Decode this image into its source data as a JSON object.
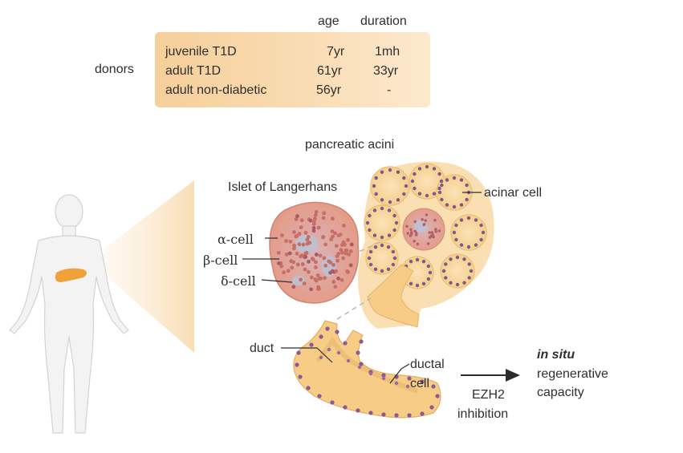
{
  "table": {
    "row_header": "donors",
    "columns": [
      "age",
      "duration"
    ],
    "rows": [
      {
        "donor": "juvenile T1D",
        "age": "7yr",
        "duration": "1mh"
      },
      {
        "donor": "adult T1D",
        "age": "61yr",
        "duration": "33yr"
      },
      {
        "donor": "adult non-diabetic",
        "age": "56yr",
        "duration": "-"
      }
    ]
  },
  "labels": {
    "pancreatic_acini": "pancreatic acini",
    "islet": "Islet of Langerhans",
    "acinar_cell": "acinar cell",
    "alpha_cell": "α-cell",
    "beta_cell": "β-cell",
    "delta_cell": "δ-cell",
    "duct": "duct",
    "ductal_cell_line1": "ductal",
    "ductal_cell_line2": "cell",
    "treatment_line1": "EZH2",
    "treatment_line2": "inhibition",
    "outcome_italic": "in situ",
    "outcome_line2": "regenerative",
    "outcome_line3": "capacity"
  },
  "colors": {
    "table_fill": "#f8d6a8",
    "tissue_fill": "#f7d9a0",
    "islet_fill": "#e8a896",
    "cell_nucleus": "#7a5a8c",
    "pancreas": "#f0a23a",
    "body_fill": "#f2f2f2",
    "body_outline": "#cfcfcf",
    "zoom_cone": "#fbe6c6"
  }
}
